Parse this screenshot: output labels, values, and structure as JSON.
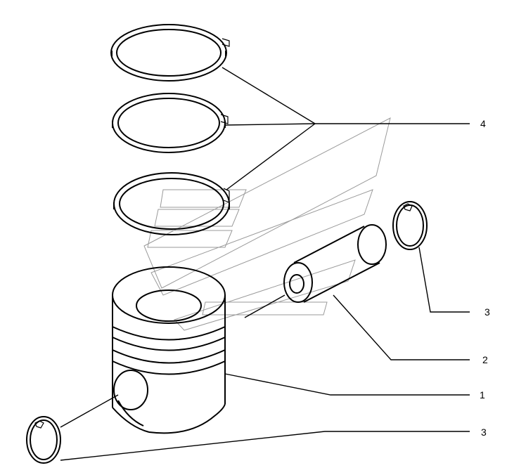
{
  "callouts": {
    "piston": "1",
    "piston_pin": "2",
    "circlip_right": "3",
    "circlip_left": "3",
    "piston_rings": "4"
  }
}
